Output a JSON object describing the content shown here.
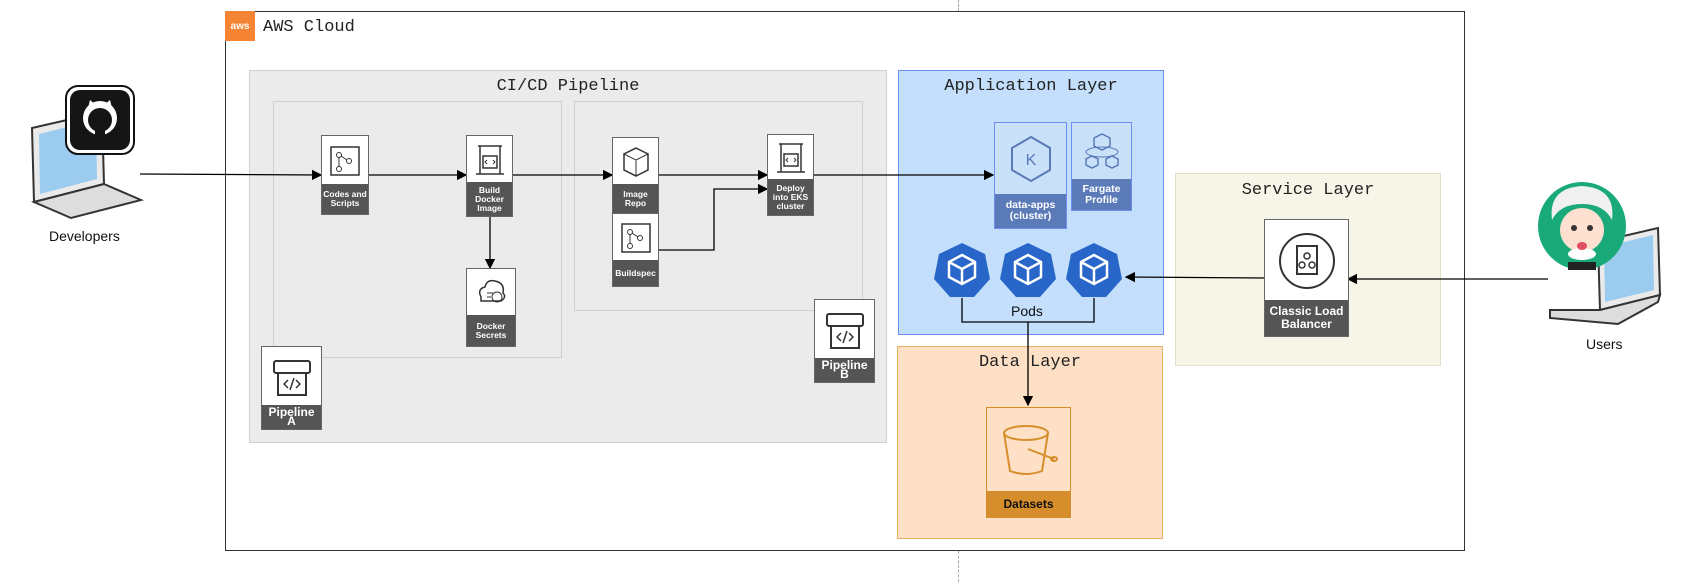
{
  "aws_cloud": {
    "label": "AWS Cloud",
    "badge": "aws"
  },
  "groups": {
    "cicd": "CI/CD Pipeline",
    "application": "Application Layer",
    "service": "Service Layer",
    "data": "Data Layer"
  },
  "nodes": {
    "codes_scripts": "Codes and Scripts",
    "build_docker_image": "Build Docker Image",
    "docker_secrets": "Docker Secrets",
    "image_repo": "Image Repo",
    "buildspec": "Buildspec",
    "deploy_eks": "Deploy into EKS cluster",
    "pipeline_a": "Pipeline A",
    "pipeline_b": "Pipeline B",
    "data_apps": "data-apps (cluster)",
    "fargate_profile": "Fargate Profile",
    "pods": "Pods",
    "classic_lb": "Classic Load Balancer",
    "datasets": "Datasets"
  },
  "actors": {
    "developers": "Developers",
    "users": "Users"
  },
  "colors": {
    "cicd_bg": "#ebebeb",
    "application_bg": "#c3dffb",
    "application_border": "#6d8ef0",
    "service_bg": "#f7f4e8",
    "data_bg": "#fde0c5",
    "data_border": "#e6b265",
    "eks_orange": "#d68e2c",
    "aws_orange": "#f58534",
    "pod_blue": "#2867c9"
  }
}
